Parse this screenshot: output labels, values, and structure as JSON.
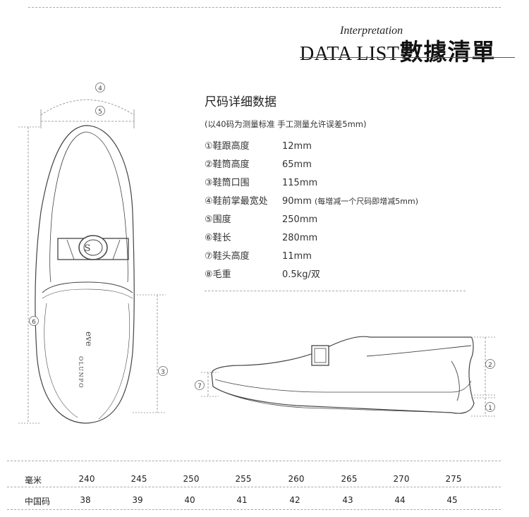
{
  "header": {
    "italic": "Interpretation",
    "main_latin": "DATA LIST",
    "main_cn": "數據清單"
  },
  "spec": {
    "title": "尺码详细数据",
    "note": "(以40码为测量标准 手工测量允许误差5mm)",
    "rows": [
      {
        "label": "①鞋跟高度",
        "value": "12mm",
        "sub": ""
      },
      {
        "label": "②鞋筒高度",
        "value": "65mm",
        "sub": ""
      },
      {
        "label": "③鞋筒口围",
        "value": "115mm",
        "sub": ""
      },
      {
        "label": "④鞋前掌最宽处",
        "value": "90mm",
        "sub": "(每增减一个尺码即增减5mm)"
      },
      {
        "label": "⑤围度",
        "value": "250mm",
        "sub": ""
      },
      {
        "label": "⑥鞋长",
        "value": "280mm",
        "sub": ""
      },
      {
        "label": "⑦鞋头高度",
        "value": "11mm",
        "sub": ""
      },
      {
        "label": "⑧毛重",
        "value": "0.5kg/双",
        "sub": ""
      }
    ]
  },
  "diagram": {
    "markers": {
      "m1": "①",
      "m2": "②",
      "m3": "③",
      "m4": "④",
      "m5": "⑤",
      "m6": "⑥",
      "m7": "⑦"
    },
    "brand_text": "OLUNPO",
    "logo_text": "S"
  },
  "size_table": {
    "row1_label": "毫米",
    "row1": [
      "240",
      "245",
      "250",
      "255",
      "260",
      "265",
      "270",
      "275"
    ],
    "row2_label": "中国码",
    "row2": [
      "38",
      "39",
      "40",
      "41",
      "42",
      "43",
      "44",
      "45"
    ]
  }
}
